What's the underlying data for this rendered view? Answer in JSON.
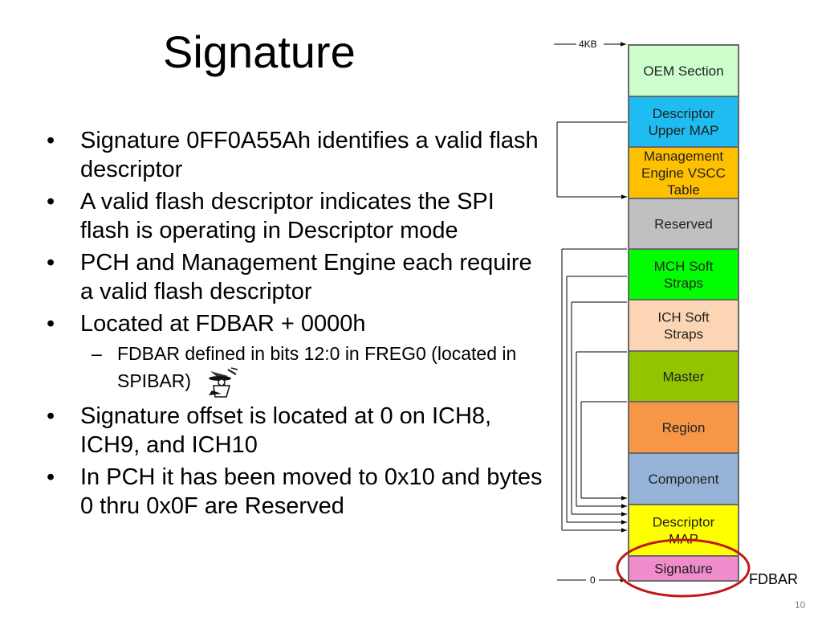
{
  "slide": {
    "title": "Signature",
    "bullets": [
      {
        "text": "Signature 0FF0A55Ah identifies a valid flash descriptor"
      },
      {
        "text": "A valid flash descriptor indicates the SPI flash is operating in Descriptor mode"
      },
      {
        "text": "PCH and Management Engine each require a valid flash descriptor"
      },
      {
        "text": "Located at FDBAR + 0000h"
      },
      {
        "sub": "FDBAR defined in bits 12:0 in FREG0 (located in SPIBAR)"
      },
      {
        "text": "Signature offset is located at 0 on ICH8, ICH9, and ICH10"
      },
      {
        "text": "In PCH it has been moved to 0x10 and bytes 0 thru 0x0F are Reserved"
      }
    ],
    "bullet_char": "•",
    "dash_char": "–",
    "page_number": "10"
  },
  "diagram": {
    "top_marker": "4KB",
    "bottom_marker": "0",
    "fdbar_label": "FDBAR",
    "highlight_color": "#c0181c",
    "sections": [
      {
        "lines": [
          "OEM Section"
        ],
        "color": "#ccffcc"
      },
      {
        "lines": [
          "Descriptor",
          "Upper MAP"
        ],
        "color": "#1ebcf0"
      },
      {
        "lines": [
          "Management",
          "Engine VSCC",
          "Table"
        ],
        "color": "#ffc000"
      },
      {
        "lines": [
          "Reserved"
        ],
        "color": "#c0c0c0"
      },
      {
        "lines": [
          "MCH Soft",
          "Straps"
        ],
        "color": "#00ff00"
      },
      {
        "lines": [
          "ICH Soft",
          "Straps"
        ],
        "color": "#fcd5b4"
      },
      {
        "lines": [
          "Master"
        ],
        "color": "#92c400"
      },
      {
        "lines": [
          "Region"
        ],
        "color": "#f79646"
      },
      {
        "lines": [
          "Component"
        ],
        "color": "#95b3d7"
      },
      {
        "lines": [
          "Descriptor",
          "MAP"
        ],
        "color": "#ffff00"
      },
      {
        "lines": [
          "Signature"
        ],
        "color": "#f08ccc"
      }
    ]
  }
}
